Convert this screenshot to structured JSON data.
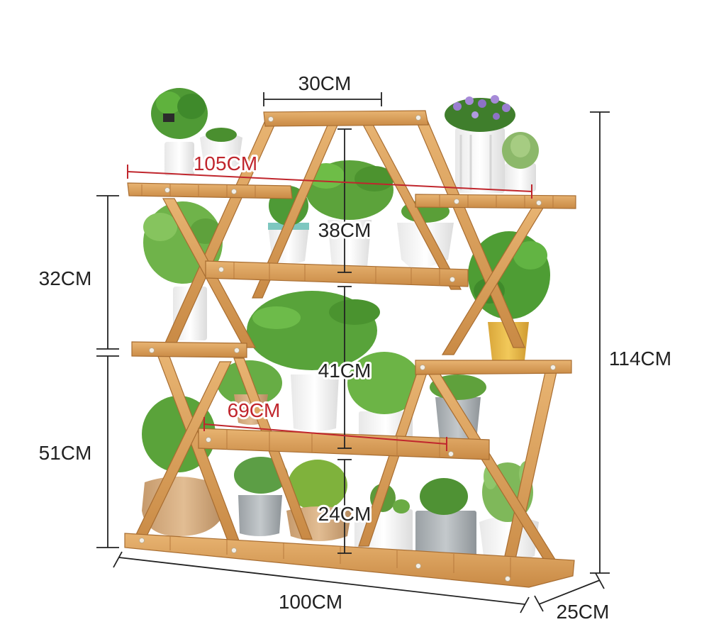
{
  "dimensions": {
    "top_width": "30CM",
    "upper_width": "105CM",
    "lower_width": "69CM",
    "base_length": "100CM",
    "depth": "25CM",
    "total_height": "114CM",
    "upper_side_height": "32CM",
    "lower_side_height": "51CM",
    "shelf_gap_top": "38CM",
    "shelf_gap_middle": "41CM",
    "shelf_gap_bottom": "24CM"
  },
  "colors": {
    "wood": "#d89a50",
    "wood_dark": "#b9783a",
    "dimension_line": "#222222",
    "accent_red": "#c0262d"
  }
}
